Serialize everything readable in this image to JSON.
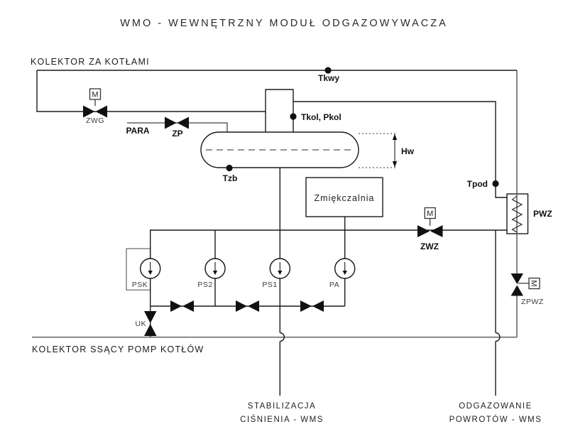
{
  "title": "WMO  -  WEWNĘTRZNY  MODUŁ  ODGAZOWYWACZA",
  "collectors": {
    "top_label": "KOLEKTOR ZA KOTŁAMI",
    "bottom_label": "KOLEKTOR SSĄCY POMP KOTŁÓW"
  },
  "sensors": {
    "tkwy": "Tkwy",
    "tkol_pkol": "Tkol, Pkol",
    "tzb": "Tzb",
    "tpod": "Tpod",
    "hw": "Hw"
  },
  "valves": {
    "zwg": "ZWG",
    "zp": "ZP",
    "zwz": "ZWZ",
    "zpwz": "ZPWZ",
    "uk": "UK",
    "motor": "M"
  },
  "equipment": {
    "steam_line": "PARA",
    "softener": "Zmiękczalnia",
    "heat_exchanger": "PWZ"
  },
  "pumps": {
    "psk": "PSK",
    "ps2": "PS2",
    "ps1": "PS1",
    "pa": "PA"
  },
  "outputs": {
    "stabilization_line1": "STABILIZACJA",
    "stabilization_line2": "CIŚNIENIA  -  WMS",
    "degassing_line1": "ODGAZOWANIE",
    "degassing_line2": "POWROTÓW  -  WMS"
  },
  "colors": {
    "line_black": "#1a1a1a",
    "pipe_gray": "#787878",
    "background": "#ffffff"
  }
}
